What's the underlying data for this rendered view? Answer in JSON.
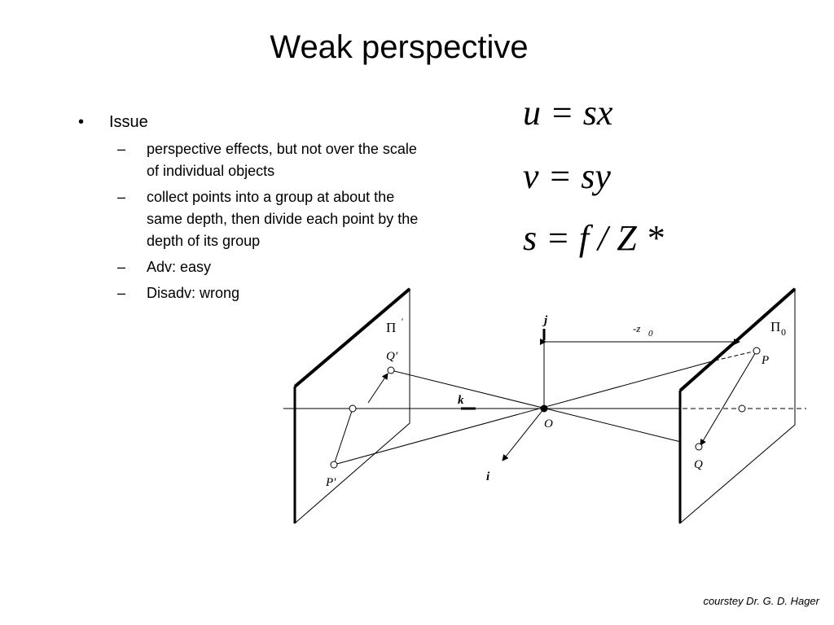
{
  "slide": {
    "title": "Weak perspective",
    "bullet_marker": "•",
    "sub_marker": "–",
    "bullet": "Issue",
    "subbullets": [
      "perspective effects, but not over the scale of individual objects",
      "collect points into a group at about the same depth, then divide each point by the depth of its group",
      "Adv: easy",
      "Disadv: wrong"
    ],
    "equations": [
      "u = sx",
      "v = sy",
      "s = f / Z *"
    ],
    "credit": "courstey Dr. G. D. Hager"
  },
  "diagram": {
    "labels": {
      "pi_left": "Π",
      "pi_left_sup": "'",
      "pi_right": "Π",
      "pi_right_sub": "0",
      "q_prime": "Q'",
      "p_prime": "P'",
      "p": "P",
      "q": "Q",
      "o": "O",
      "j": "j",
      "i": "i",
      "k": "k",
      "z": "-z",
      "z_sub": "0"
    }
  }
}
